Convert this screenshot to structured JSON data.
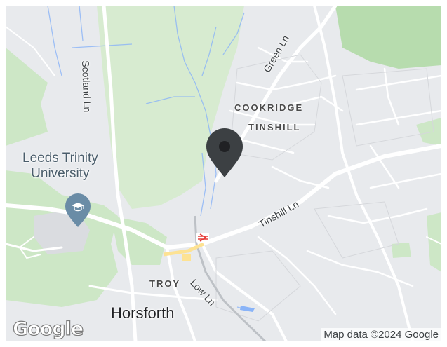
{
  "map": {
    "labels": {
      "scotland_ln": "Scotland Ln",
      "green_ln": "Green Ln",
      "cookridge": "COOKRIDGE",
      "tinshill": "TINSHILL",
      "tinshill_ln": "Tinshill Ln",
      "leeds_trinity_line1": "Leeds Trinity",
      "leeds_trinity_line2": "University",
      "troy": "TROY",
      "low_ln": "Low Ln",
      "horsforth": "Horsforth"
    },
    "attribution": "Map data ©2024 Google",
    "logo": "Google",
    "icons": {
      "marker": "map-pin-icon",
      "university": "graduation-cap-icon",
      "station": "rail-station-icon"
    },
    "colors": {
      "land": "#e8eaed",
      "park": "#cde7c6",
      "road": "#ffffff",
      "water": "#8ab4f8",
      "marker": "#3c4043",
      "poi": "#6a8ca6",
      "rail": "#e53935"
    }
  }
}
